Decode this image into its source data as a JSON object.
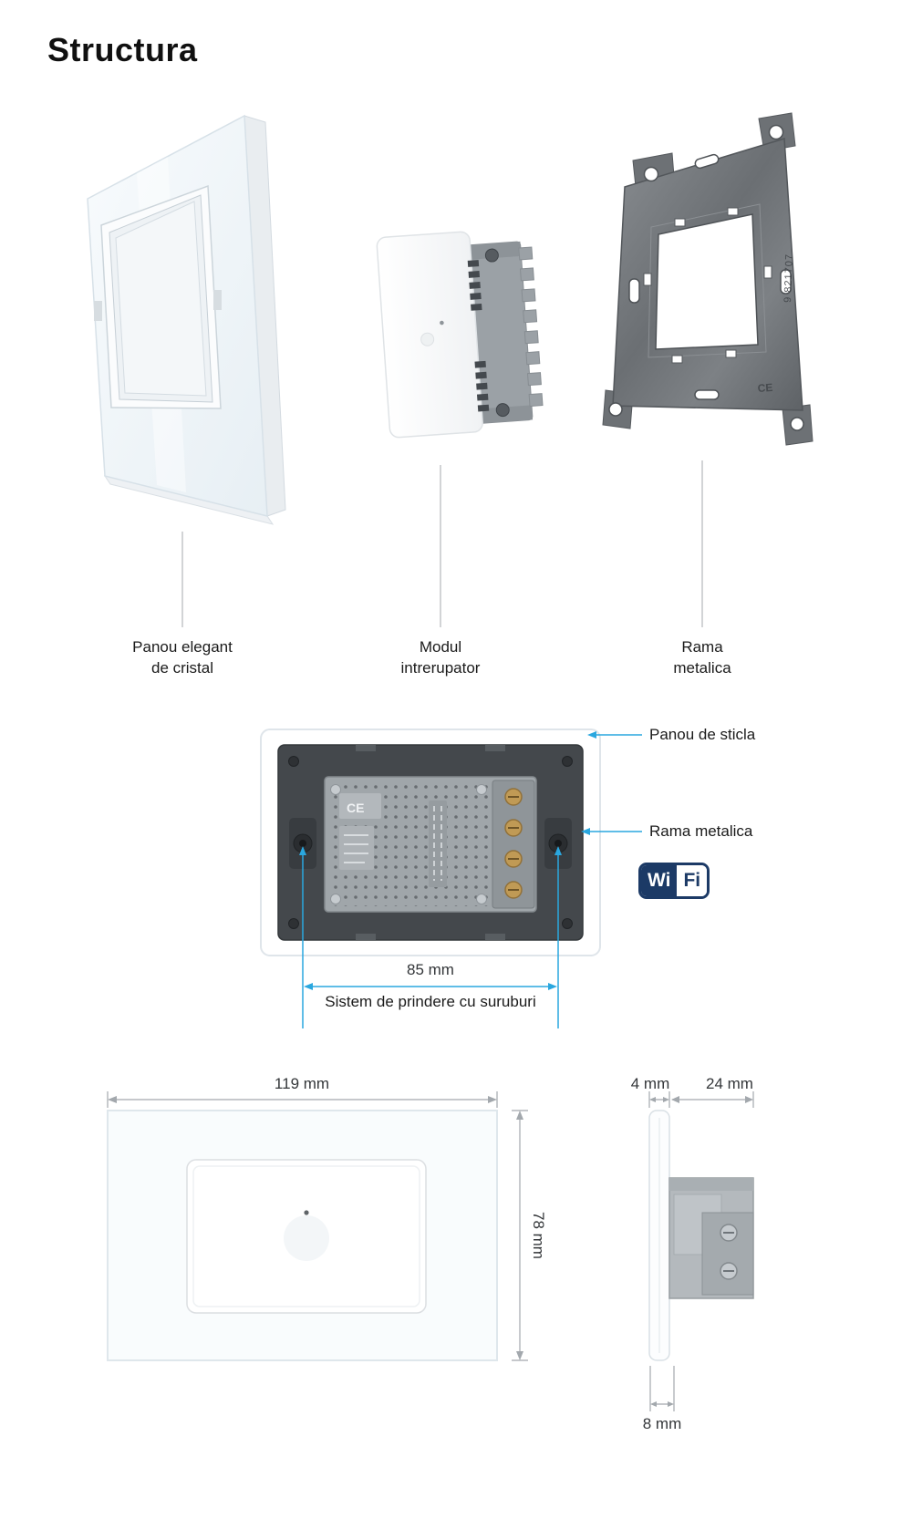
{
  "page": {
    "title": "Structura"
  },
  "components": {
    "glass_panel": {
      "label_line1": "Panou elegant",
      "label_line2": "de cristal"
    },
    "switch_module": {
      "label_line1": "Modul",
      "label_line2": "intrerupator"
    },
    "metal_frame": {
      "label_line1": "Rama",
      "label_line2": "metalica"
    }
  },
  "back_view": {
    "callout_glass": "Panou de sticla",
    "callout_frame": "Rama metalica",
    "screw_spacing": "85 mm",
    "caption": "Sistem de prindere cu suruburi",
    "wifi_badge": {
      "left": "Wi",
      "right": "Fi"
    }
  },
  "dimensions": {
    "width": "119 mm",
    "height": "78 mm",
    "glass_depth": "4 mm",
    "module_depth": "24 mm",
    "total_depth": "8 mm"
  },
  "markings": {
    "ce": "CE",
    "serial": "9 821707"
  },
  "colors": {
    "accent_blue": "#2aa7df",
    "wifi_navy": "#1c3a66",
    "dimension_gray": "#a3a8ad",
    "metal_gray": "#6b6f73",
    "frame_dark": "#44484c"
  }
}
